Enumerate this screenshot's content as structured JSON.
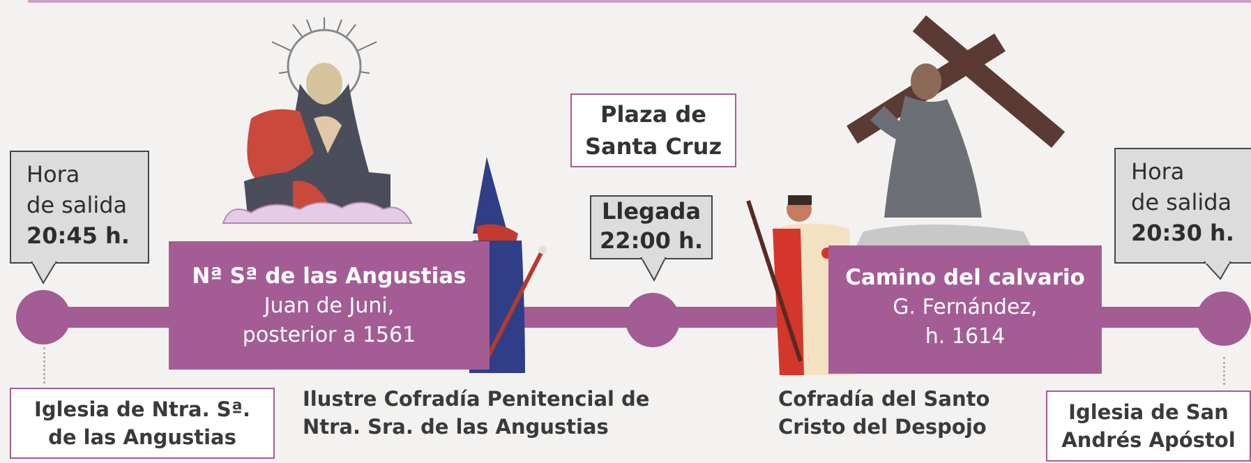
{
  "departure_left": {
    "line1": "Hora",
    "line2": "de salida",
    "time": "20:45 h."
  },
  "departure_right": {
    "line1": "Hora",
    "line2": "de salida",
    "time": "20:30 h."
  },
  "meeting_point": {
    "line1": "Plaza de",
    "line2": "Santa Cruz"
  },
  "arrival": {
    "label": "Llegada",
    "time": "22:00 h."
  },
  "paso_left": {
    "title": "Nª Sª de las Angustias",
    "line1": "Juan de Juni,",
    "line2": "posterior a 1561"
  },
  "paso_right": {
    "title": "Camino del calvario",
    "line1": "G. Fernández,",
    "line2": "h. 1614"
  },
  "church_left": {
    "line1": "Iglesia de Ntra. Sª.",
    "line2": "de las Angustias"
  },
  "church_right": {
    "line1": "Iglesia de San",
    "line2": "Andrés Apóstol"
  },
  "brotherhood_left": {
    "line1": "Ilustre Cofradía Penitencial de",
    "line2": "Ntra. Sra. de las Angustias"
  },
  "brotherhood_right": {
    "line1": "Cofradía del Santo",
    "line2": "Cristo del Despojo"
  },
  "colors": {
    "accent": "#a45c95",
    "callout_bg": "#dcdcdc",
    "background": "#f4f2f0"
  }
}
